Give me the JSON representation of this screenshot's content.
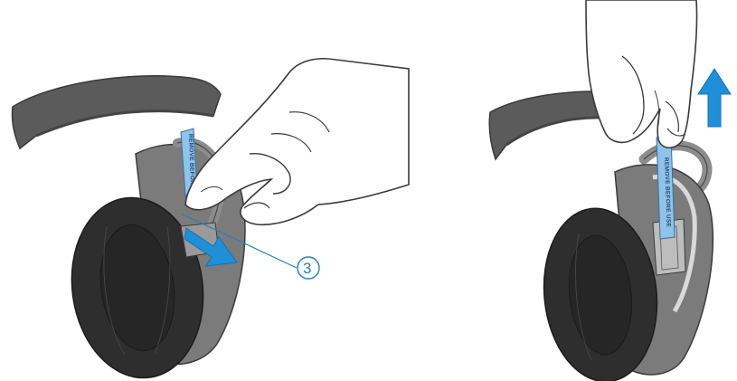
{
  "callout": {
    "number": "3"
  },
  "tab": {
    "label_left": "REMOVE BEFORE USE",
    "label_right": "REMOVE BEFORE USE"
  },
  "icons": {
    "left_arrow": "arrow-down-right-icon",
    "right_arrow": "arrow-up-icon"
  },
  "colors": {
    "arrow": "#1f8fd8",
    "tab": "#8fc3ea",
    "headband": "#5a5a5a",
    "earpad": "#2e2e2e",
    "housing": "#777777",
    "hand_outline": "#3a3a3a",
    "callout": "#2a7fb8"
  }
}
